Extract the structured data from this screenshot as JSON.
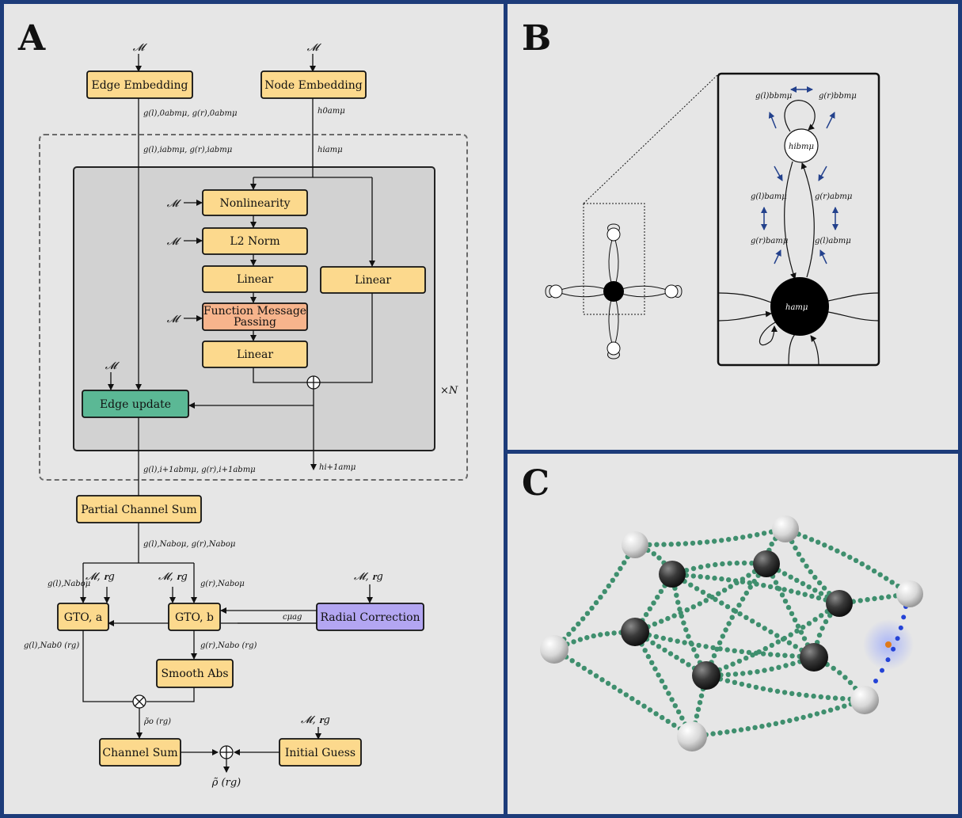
{
  "panels": {
    "a": {
      "letter": "A"
    },
    "b": {
      "letter": "B"
    },
    "c": {
      "letter": "C"
    }
  },
  "diagram": {
    "boxes": {
      "edge_embedding": "Edge Embedding",
      "node_embedding": "Node Embedding",
      "nonlinearity": "Nonlinearity",
      "l2_norm": "L2 Norm",
      "linear_1": "Linear",
      "fmp_line1": "Function Message",
      "fmp_line2": "Passing",
      "linear_2": "Linear",
      "linear_side": "Linear",
      "edge_update": "Edge update",
      "partial_channel_sum": "Partial Channel Sum",
      "gto_a": "GTO, a",
      "gto_b": "GTO, b",
      "radial_correction": "Radial Correction",
      "smooth_abs": "Smooth Abs",
      "channel_sum": "Channel Sum",
      "initial_guess": "Initial Guess"
    },
    "labels": {
      "m": "𝓜",
      "m_rg": "𝓜, 𝐫g",
      "times_n": "×N",
      "edge_emb_out": "g(l),0abmμ, g(r),0abmμ",
      "node_emb_out": "h0amμ",
      "edge_loop_in": "g(l),iabmμ, g(r),iabmμ",
      "node_loop_in": "hiamμ",
      "edge_loop_out": "g(l),i+1abmμ, g(r),i+1abmμ",
      "node_loop_out": "hi+1amμ",
      "partial_out": "g(l),Naboμ, g(r),Naboμ",
      "gto_a_in": "g(l),Naboμ",
      "gto_b_in": "g(r),Naboμ",
      "c_muag": "cμag",
      "gto_a_out": "g(l),Nab0 (rg)",
      "gto_b_out": "g(r),Nabo (rg)",
      "rho_o": "ρ̃o (rg)",
      "rho_final": "ρ̃ (rg)"
    },
    "graph_b": {
      "g_bb_l": "g(l)bbmμ",
      "g_bb_r": "g(r)bbmμ",
      "h_b": "hibmμ",
      "g_bam_l": "g(l)bamμ",
      "g_abm_r": "g(r)abmμ",
      "g_bam_r": "g(r)bamμ",
      "g_abm_l": "g(l)abmμ",
      "h_a": "hamμ"
    }
  },
  "colors": {
    "frame": "#1d3c7a",
    "panel_bg": "#e6e6e6",
    "loop_bg": "#d2d2d2",
    "box_yellow": "#fcd98d",
    "box_salmon": "#f7b48c",
    "box_green": "#5bb895",
    "box_purple": "#b3a6f2",
    "bond_green": "#3f8f6e",
    "atom_dark": "#3a3a3a",
    "atom_light": "#e6e6e6",
    "arrow_blue": "#23418c"
  }
}
